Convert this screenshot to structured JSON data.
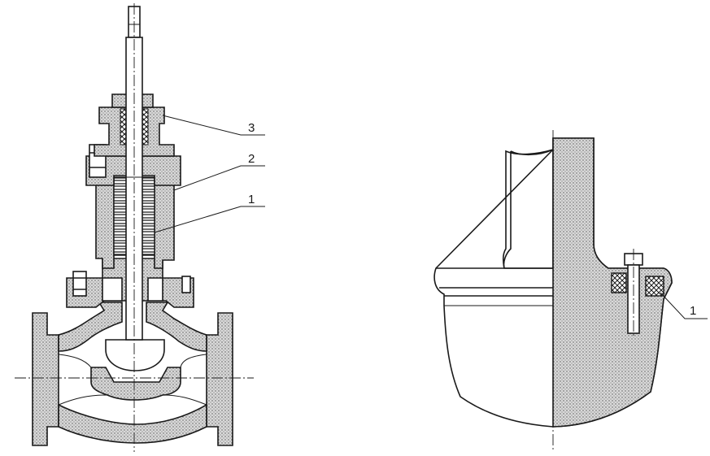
{
  "valve_callouts": [
    {
      "id": "3",
      "text": "3"
    },
    {
      "id": "2",
      "text": "2"
    },
    {
      "id": "1",
      "text": "1"
    }
  ],
  "detail_callouts": [
    {
      "id": "1",
      "text": "1"
    }
  ],
  "colors": {
    "line": "#1a1a1a",
    "stipple_base": "#d6d6d6",
    "background": "#ffffff"
  }
}
